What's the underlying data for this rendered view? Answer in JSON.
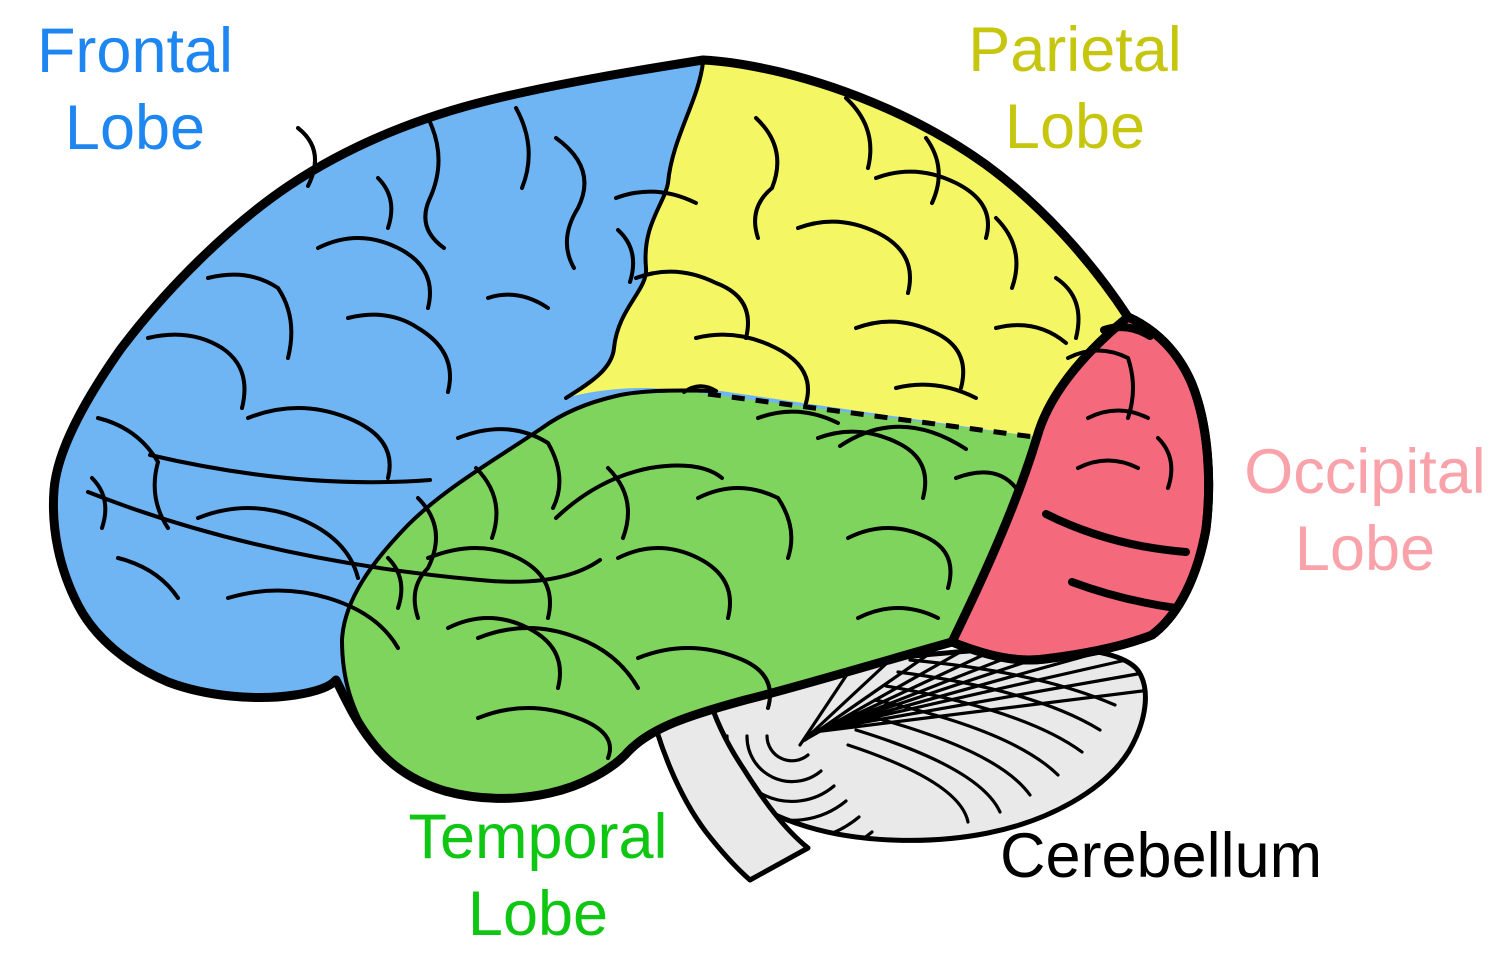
{
  "figure": {
    "title": "Brain lobes side-view diagram",
    "labels": {
      "frontal": {
        "line1": "Frontal",
        "line2": "Lobe",
        "color": "#1e86f0"
      },
      "parietal": {
        "line1": "Parietal",
        "line2": "Lobe",
        "color": "#c6c60f"
      },
      "occipital": {
        "line1": "Occipital",
        "line2": "Lobe",
        "color": "#f9a2aa"
      },
      "temporal": {
        "line1": "Temporal",
        "line2": "Lobe",
        "color": "#0fc713"
      },
      "cerebellum": {
        "line1": "Cerebellum",
        "color": "#000000"
      }
    },
    "colors": {
      "frontal_fill": "#6fb5f4",
      "parietal_fill": "#f4f663",
      "temporal_fill": "#7fd45d",
      "occipital_fill": "#f4697b",
      "cerebellum_fill": "#e9e9e9",
      "brainstem_fill": "#e9e9e9",
      "outline": "#000000",
      "background": "#ffffff"
    }
  }
}
